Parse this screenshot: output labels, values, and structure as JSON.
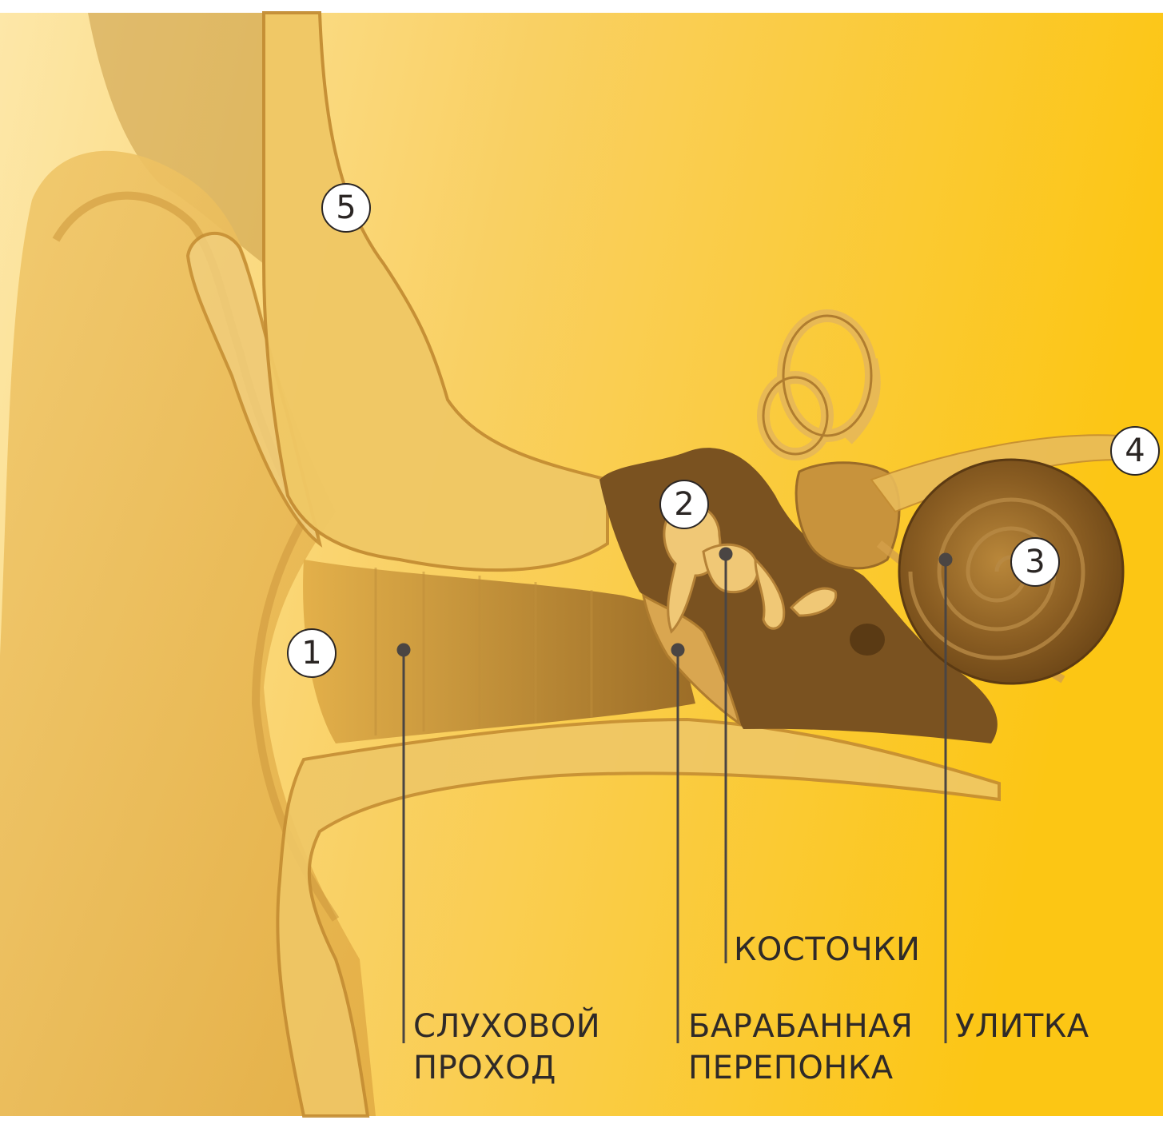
{
  "colors": {
    "background_light": "#fde7a8",
    "background_mid": "#f8c945",
    "background_right": "#fcc614",
    "tissue": "#e7b54d",
    "tissue_dark": "#b8822e",
    "cavity": "#6e4a1e",
    "leader_line": "#4a4543",
    "label_text": "#2f2a28"
  },
  "markers": [
    {
      "id": "1",
      "label": "1"
    },
    {
      "id": "2",
      "label": "2"
    },
    {
      "id": "3",
      "label": "3"
    },
    {
      "id": "4",
      "label": "4"
    },
    {
      "id": "5",
      "label": "5"
    }
  ],
  "callouts": {
    "ear_canal": {
      "line1": "СЛУХОВОЙ",
      "line2": "ПРОХОД"
    },
    "eardrum": {
      "line1": "БАРАБАННАЯ",
      "line2": "ПЕРЕПОНКА"
    },
    "ossicles": {
      "line1": "КОСТОЧКИ"
    },
    "cochlea": {
      "line1": "УЛИТКА"
    }
  }
}
